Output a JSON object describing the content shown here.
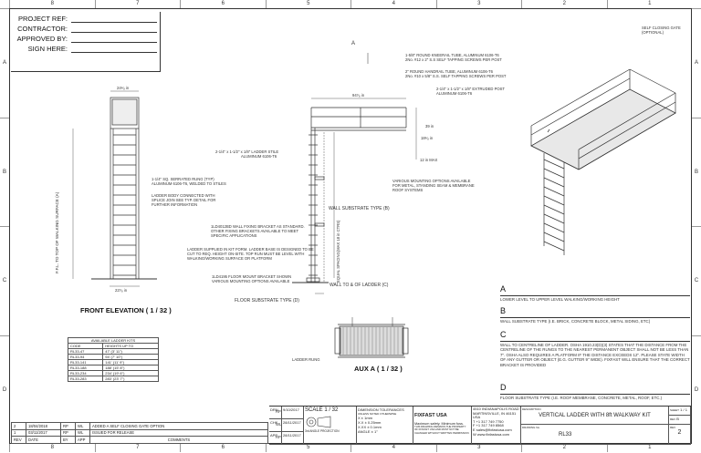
{
  "zones_top": [
    "8",
    "7",
    "6",
    "5",
    "4",
    "3",
    "2",
    "1"
  ],
  "zones_side": [
    "A",
    "B",
    "C",
    "D"
  ],
  "project": {
    "rows": [
      {
        "label": "PROJECT REF:"
      },
      {
        "label": "CONTRACTOR:"
      },
      {
        "label": "APPROVED BY:"
      },
      {
        "label": "SIGN HERE:"
      }
    ]
  },
  "front": {
    "width_top": "24⁵⁄₈ in",
    "width_bottom": "22⁷⁄₈ in",
    "title": "FRONT ELEVATION ( 1 / 32 )",
    "height_label": "F.F.L. TO TOP OF WALKING SURFACE (A)",
    "note1": "1-1/4\" SQ. SERRATED RUNG (TYP)",
    "note1b": "ALUMINUM 6106-T6, WELDED TO STILES",
    "note2": "LADDER BODY CONNECTED WITH",
    "note2b": "SPLICE JOIN SEE TYP. DETAIL FOR",
    "note2c": "FURTHER INFORMATION"
  },
  "side": {
    "marker": "A",
    "width": "94⁷⁄₈ in",
    "stile": "2-1/4\" x 1-1/2\" x 1/8\" LADDER STILE",
    "stile_b": "ALUMINUM 6106-T6",
    "kneerail": "1-5/8\" ROUND KNEERAIL TUBE, ALUMINUM 6106-T6",
    "kneerail_b": "2No. #12 x 2\" S.S SELF TAPPING SCREWS PER POST",
    "handrail": "2\" ROUND HANDRAIL TUBE, ALUMINUM 6106-T6",
    "handrail_b": "2No. #10 x 5/8\" S.S. SELF TAPPING SCREWS PER POST",
    "post": "2-1/4\" x 1-1/2\" x 1/8\" EXTRUDED POST",
    "post_b": "ALUMINUM 6106-T6",
    "dim_39": "39 in",
    "dim_18": "18⁵⁄₈ in",
    "dim_12": "12 in MAX",
    "mounting": "VARIOUS MOUNTING OPTIONS AVAILABLE",
    "mounting_b": "FOR METAL, STANDING SEAM & MEMBRANE",
    "mounting_c": "ROOF SYSTEMS",
    "wall_sub": "WALL SUBSTRATE TYPE (B)",
    "equal": "EQUAL SPACING(MAX 18 in CTRS)",
    "bracket1": "1LD4012BD WALL FIXING BRACKET AS STANDARD.",
    "bracket1b": "OTHER FIXING BRACKETS AVAILABLE TO MEET",
    "bracket1c": "SPECIFIC APPLICATIONS",
    "kit": "LADDER SUPPLIED IN KIT FORM. LADDER BASE IS DESIGNED TO BE",
    "kit_b": "CUT TO REQ. HEIGHT ON-SITE. TOP RUN MUST BE LEVEL WITH",
    "kit_c": "WALKING/WORKING SURFACE OR PLATFORM",
    "floor": "1LD4195 FLOOR MOUNT BRACKET SHOWN",
    "floor_b": "VARIOUS MOUNTING OPTIONS AVAILABLE",
    "floor_sub": "FLOOR SUBSTRATE TYPE (D)",
    "wall_to": "WALL TO & OF LADDER (C)"
  },
  "iso": {
    "gate": "SELF CLOSING GATE",
    "gate_b": "(OPTIONAL)"
  },
  "aux": {
    "title": "AUX A ( 1 / 32 )",
    "rung": "LADDER RUNG"
  },
  "kits": {
    "header": "AVAILABLE LADDER KITS",
    "cols": [
      "CODE",
      "HEIGHTS UP TO"
    ],
    "rows": [
      [
        "RL33-47",
        "47' (3' 11\")"
      ],
      [
        "RL33-94",
        "94' (7' 10\")"
      ],
      [
        "RL33-141",
        "141' (11' 9\")"
      ],
      [
        "RL33-188",
        "188' (15' 8\")"
      ],
      [
        "RL33-234",
        "234' (19' 6\")"
      ],
      [
        "RL33-283",
        "283' (23' 7\")"
      ]
    ]
  },
  "notes": [
    {
      "letter": "A",
      "text": "LOWER LEVEL TO UPPER LEVEL WALKING/WORKING HEIGHT"
    },
    {
      "letter": "B",
      "text": "WALL SUBSTRATE TYPE (I.E. BRICK, CONCRETE BLOCK, METAL SIDING, ETC)"
    },
    {
      "letter": "C",
      "text": "WALL TO CENTRELINE OF LADDER. OSHA 1910.23(D)(3) STATES THAT THE DISTANCE FROM THE CENTRELINE OF THE RUNGS TO THE NEAREST PERMANENT OBJECT SHALL NOT BE LESS THAN 7\". OSHA ALSO REQUIRES A PLATFORM IF THE DISTANCE EXCEEDS 12\". PLEASE STATE WIDTH OF ANY GUTTER OR OBJECT (E.G. GUTTER 9\" WIDE). FIXFAST WILL ENSURE THAT THE CORRECT BRACKET IS PROVIDED"
    },
    {
      "letter": "D",
      "text": "FLOOR SUBSTRATE TYPE (I.E. ROOF MEMBRANE, CONCRETE, METAL, ROOF, ETC.)"
    }
  ],
  "revisions": [
    [
      "2",
      "18/04/2018",
      "RP",
      "WL",
      "ADDED A SELF CLOSING GATE OPTION"
    ],
    [
      "1",
      "03/11/2017",
      "RP",
      "WL",
      "ISSUED FOR RELEASE"
    ],
    [
      "REV",
      "DATE",
      "BY",
      "APP",
      "COMMENTS"
    ]
  ],
  "titleblock": {
    "drn": "DRN",
    "chk": "CHK",
    "app": "APP",
    "drn_by": "RP",
    "chk_by": "WL",
    "app_by": "RP",
    "date1": "9/10/2017",
    "date2": "28/11/2017",
    "date3": "28/11/2017",
    "scale": "SCALE 1 / 32",
    "projection": "3rd ANGLE PROJECTION",
    "tol_title": "DIMENSION TOLERANCES",
    "tol_sub": "UNLESS NOTED OTHERWISE",
    "tol": [
      [
        "X",
        "± 1mm"
      ],
      [
        "X.X",
        "± 0.25mm"
      ],
      [
        "X.XX",
        "± 0.1mm"
      ],
      [
        "ANGLE",
        "± 1°"
      ]
    ],
    "brand": "FIXFAST USA",
    "slogan": "Maximum safety. Minimum fuss.",
    "disclaimer": "THIS DRAWING REMAINS THE PROPERTY OF FIXFAST USA AND MUST NOT BE CHANGED WITHOUT WRITTEN PERMISSION",
    "address": "4510 INDIANAPOLIS ROAD",
    "address2": "MARTINSVILLE, IN 46151 USA",
    "phone": "T +1 317 749 7750",
    "fax": "F +1 317 749 8568",
    "email": "E sales@fixfastusa.com",
    "web": "W www.fixfastusa.com",
    "desc_label": "DESCRIPTION",
    "description": "VERTICAL LADDER WITH 8ft WALKWAY KIT",
    "sheet_label": "SHEET",
    "sheet": "1 / 1",
    "rev_label": "REV",
    "rev": "B",
    "dwg_label": "DRAWING No.",
    "dwg": "RL33",
    "rev2_label": "REV",
    "rev2": "2"
  }
}
